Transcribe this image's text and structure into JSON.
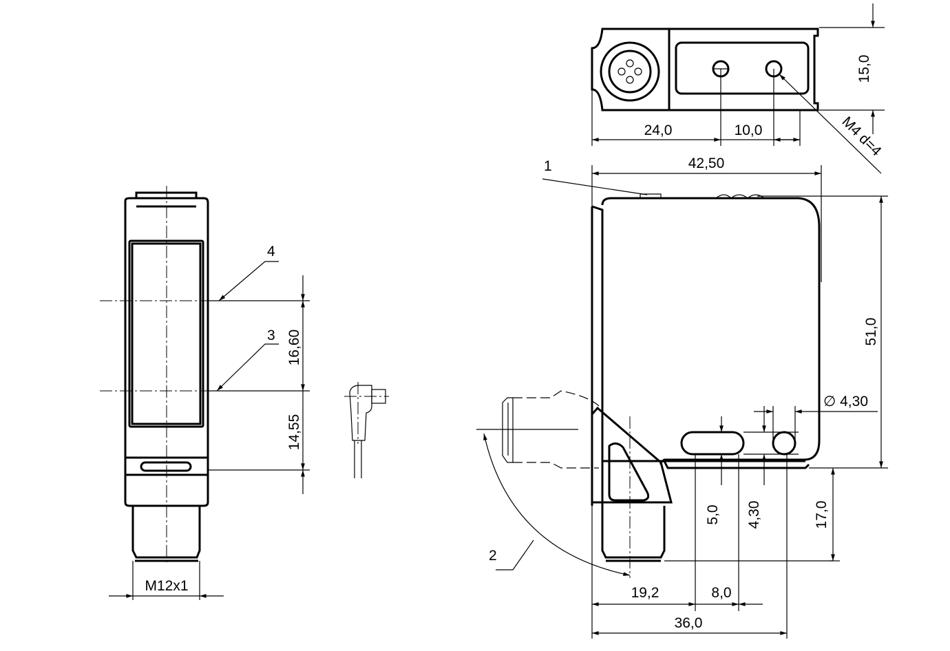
{
  "labels": {
    "width_top": "15,0",
    "dim_24": "24,0",
    "dim_10": "10,0",
    "thread_hole": "M4  d=4",
    "width_42": "42,50",
    "callout_1": "1",
    "height_51": "51,0",
    "hole_dia": "∅ 4,30",
    "dim_17": "17,0",
    "dim_5": "5,0",
    "dim_4_30": "4,30",
    "dim_19_2": "19,2",
    "dim_8": "8,0",
    "dim_36": "36,0",
    "callout_2": "2",
    "callout_4": "4",
    "callout_3": "3",
    "dim_16_60": "16,60",
    "dim_14_55": "14,55",
    "thread_connector": "M12x1"
  }
}
